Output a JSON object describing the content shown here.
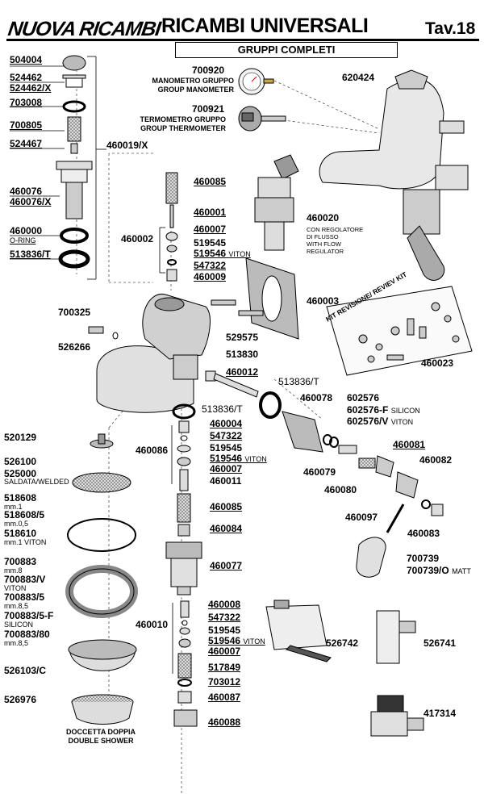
{
  "header": {
    "brand": "NUOVA RICAMBI",
    "title": "RICAMBI UNIVERSALI",
    "tav": "Tav.18",
    "subtitle": "GRUPPI COMPLETI"
  },
  "gauges": {
    "manometer": {
      "code": "700920",
      "line1": "MANOMETRO GRUPPO",
      "line2": "GROUP MANOMETER"
    },
    "thermometer": {
      "code": "700921",
      "line1": "TERMOMETRO GRUPPO",
      "line2": "GROUP THERMOMETER"
    }
  },
  "left_column": {
    "p504004": "504004",
    "p524462": "524462",
    "p524462x": "524462/X",
    "p703008": "703008",
    "p700805": "700805",
    "p524467": "524467",
    "p460019x": "460019/X",
    "p460076": "460076",
    "p460076x": "460076/X",
    "p460000": "460000",
    "oring": "O-RING",
    "p513836t": "513836/T",
    "p700325": "700325",
    "p526266": "526266"
  },
  "group1": {
    "p460085": "460085",
    "p460001": "460001",
    "p460007": "460007",
    "p460002": "460002",
    "p519545": "519545",
    "p519546": "519546",
    "viton": "VITON",
    "p547322": "547322",
    "p460009": "460009"
  },
  "valve": {
    "code": "460020",
    "line1": "CON REGOLATORE",
    "line2": "DI FLUSSO",
    "line3": "WITH FLOW",
    "line4": "REGULATOR"
  },
  "mid": {
    "p460003": "460003",
    "p529575": "529575",
    "p513830": "513830",
    "p460012": "460012",
    "p513836t": "513836/T"
  },
  "kit": {
    "label": "KIT REVISIONE/ REVIEV KIT",
    "code": "460023"
  },
  "right_group": {
    "p460078": "460078",
    "p602576": "602576",
    "p602576f": "602576-F",
    "silicon": "SILICON",
    "p602576v": "602576/V",
    "viton": "VITON",
    "p460081": "460081",
    "p460082": "460082",
    "p460079": "460079",
    "p460080": "460080",
    "p460097": "460097",
    "p460083": "460083",
    "p700739": "700739",
    "p700739o": "700739/O",
    "matt": "MATT",
    "p620424": "620424"
  },
  "left_bottom": {
    "p520129": "520129",
    "p526100": "526100",
    "p525000": "525000",
    "saldata": "SALDATA/WELDED",
    "p518608": "518608",
    "mm1": "mm.1",
    "p5186085": "518608/5",
    "mm05": "mm.0,5",
    "p518610": "518610",
    "mm1viton": "mm.1 VITON",
    "p700883": "700883",
    "mm8": "mm.8",
    "p700883v": "700883/V",
    "viton": "VITON",
    "p7008835": "700883/5",
    "mm85": "mm.8,5",
    "p7008835f": "700883/5-F",
    "silicon": "SILICON",
    "p70088380": "700883/80",
    "mm85b": "mm.8,5",
    "p526103c": "526103/C",
    "p526976": "526976",
    "doccetta": "DOCCETTA DOPPIA",
    "double": "DOUBLE SHOWER"
  },
  "group2": {
    "p513836t": "513836/T",
    "p460004": "460004",
    "p547322": "547322",
    "p460086": "460086",
    "p519545": "519545",
    "p519546": "519546",
    "viton": "VITON",
    "p460007": "460007",
    "p460011": "460011",
    "p460085": "460085",
    "p460084": "460084",
    "p460077": "460077"
  },
  "group3": {
    "p460008": "460008",
    "p547322": "547322",
    "p460010": "460010",
    "p519545": "519545",
    "p519546": "519546",
    "viton": "VITON",
    "p460007": "460007",
    "p517849": "517849",
    "p703012": "703012",
    "p460087": "460087",
    "p460088": "460088"
  },
  "switches": {
    "p526742": "526742",
    "p526741": "526741",
    "p417314": "417314"
  }
}
